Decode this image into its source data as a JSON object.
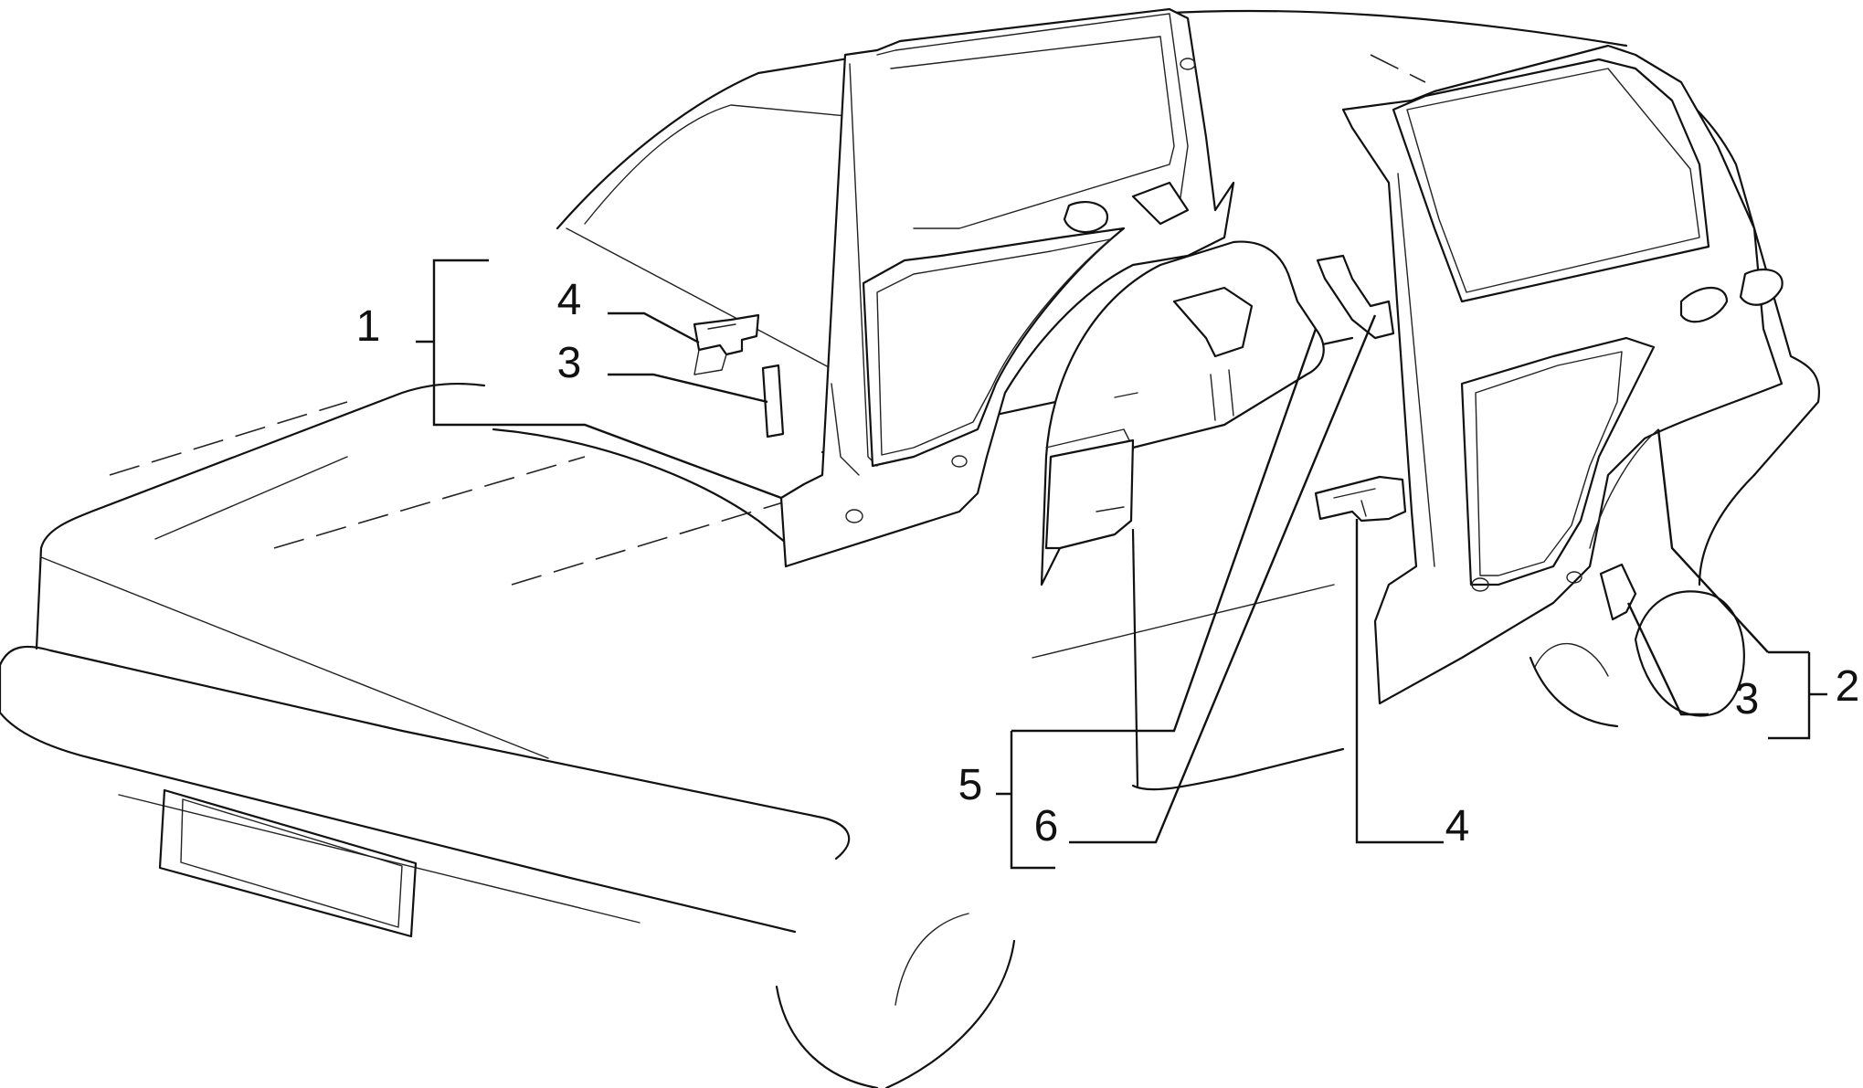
{
  "diagram": {
    "callouts": [
      {
        "id": "group-1",
        "text": "1"
      },
      {
        "id": "group-1-part-4",
        "text": "4"
      },
      {
        "id": "group-1-part-3",
        "text": "3"
      },
      {
        "id": "group-2",
        "text": "2"
      },
      {
        "id": "group-2-part-3",
        "text": "3"
      },
      {
        "id": "group-5",
        "text": "5"
      },
      {
        "id": "group-5-part-6",
        "text": "6"
      },
      {
        "id": "rear-bracket-part-4",
        "text": "4"
      }
    ]
  }
}
